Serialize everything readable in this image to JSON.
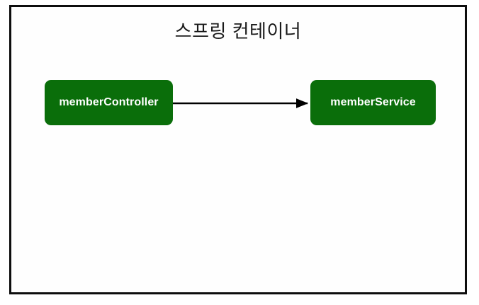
{
  "diagram": {
    "title": "스프링 컨테이너",
    "background_color": "#fefefe",
    "border_color": "#0d0d0d",
    "node_color": "#0a6e0a",
    "node_text_color": "#ffffff",
    "arrow_color": "#000000",
    "nodes": [
      {
        "id": "memberController",
        "label": "memberController"
      },
      {
        "id": "memberService",
        "label": "memberService"
      }
    ],
    "edges": [
      {
        "from": "memberController",
        "to": "memberService",
        "label": "",
        "style": "solid-arrow"
      }
    ]
  }
}
